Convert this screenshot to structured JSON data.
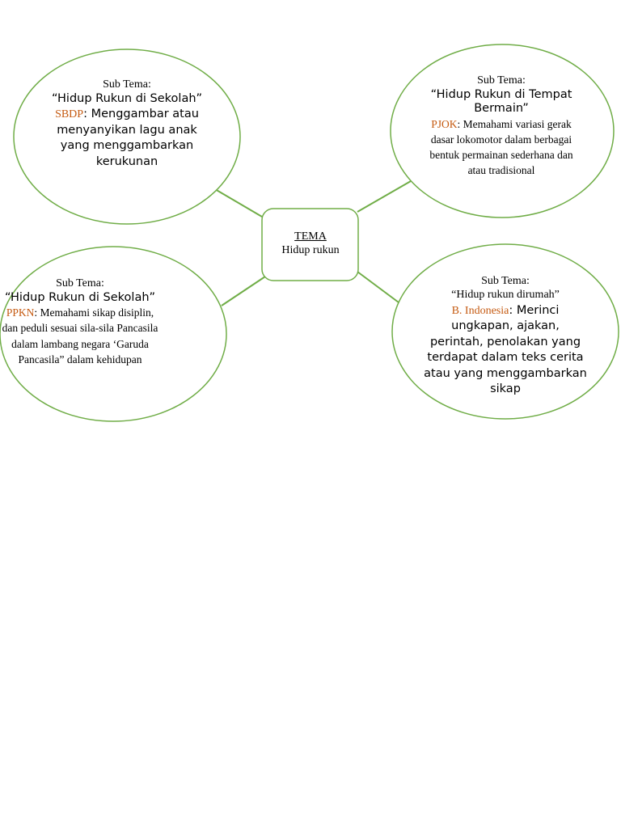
{
  "center": {
    "title": "TEMA",
    "subtitle": "Hidup rukun"
  },
  "nodes": {
    "top_left": {
      "heading": "Sub Tema:",
      "subtheme": "“Hidup Rukun di Sekolah”",
      "subject": "SBDP",
      "description": ": Menggambar atau menyanyikan lagu anak yang menggambarkan kerukunan"
    },
    "top_right": {
      "heading": "Sub Tema:",
      "subtheme": "“Hidup Rukun di Tempat Bermain”",
      "subject": "PJOK",
      "description": ": Memahami variasi gerak dasar lokomotor dalam berbagai bentuk permainan sederhana dan atau tradisional"
    },
    "bottom_left": {
      "heading": "Sub Tema:",
      "subtheme": "“Hidup Rukun di Sekolah”",
      "subject": "PPKN",
      "description": ": Memahami sikap disiplin, dan peduli sesuai sila-sila Pancasila dalam lambang negara ‘Garuda Pancasila” dalam kehidupan"
    },
    "bottom_right": {
      "heading": "Sub Tema:",
      "subtheme": "“Hidup rukun dirumah”",
      "subject": "B. Indonesia",
      "description": ": Merinci ungkapan, ajakan, perintah, penolakan yang terdapat dalam teks cerita atau yang menggambarkan sikap"
    }
  },
  "colors": {
    "outline": "#70ad47",
    "subject": "#c55a11"
  }
}
